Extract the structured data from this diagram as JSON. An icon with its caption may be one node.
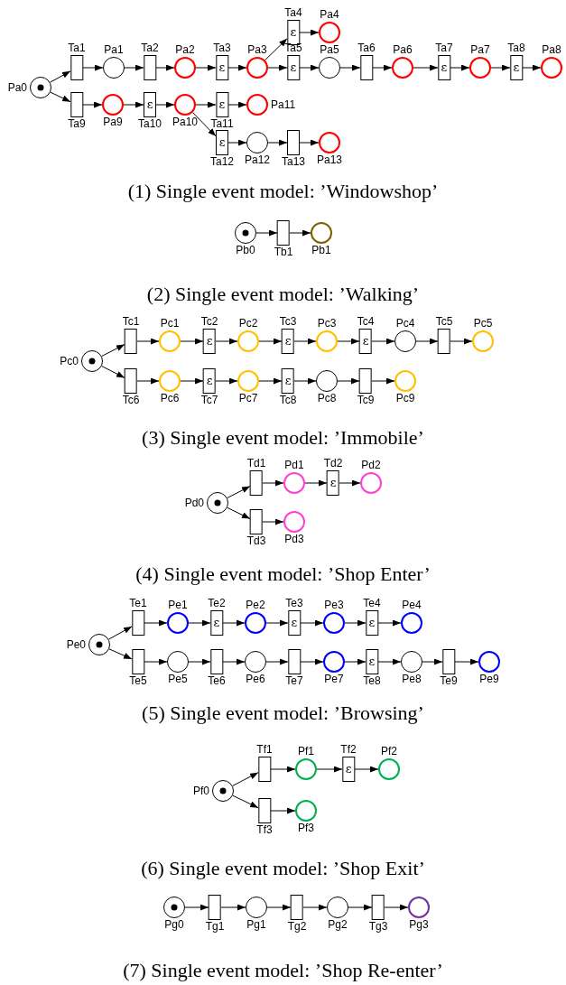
{
  "diagram": {
    "nodes": [
      {
        "text": [
          "Pa0"
        ]
      },
      {
        "text": [
          "Ta1"
        ]
      },
      {
        "text": [
          "Pa1"
        ]
      },
      {
        "text": [
          "Ta2"
        ]
      },
      {
        "text": [
          "Pa2"
        ]
      },
      {
        "text": [
          "Ta3",
          "ε"
        ]
      },
      {
        "text": [
          "Pa3"
        ]
      },
      {
        "text": [
          "Ta4",
          "ε"
        ]
      },
      {
        "text": [
          "Pa4"
        ]
      },
      {
        "text": [
          "Ta5",
          "ε"
        ]
      },
      {
        "text": [
          "Pa5"
        ]
      },
      {
        "text": [
          "Ta6"
        ]
      },
      {
        "text": [
          "Pa6"
        ]
      },
      {
        "text": [
          "Ta7",
          "ε"
        ]
      },
      {
        "text": [
          "Pa7"
        ]
      },
      {
        "text": [
          "Ta8",
          "ε"
        ]
      },
      {
        "text": [
          "Pa8"
        ]
      },
      {
        "text": [
          "Ta9"
        ]
      },
      {
        "text": [
          "Pa9"
        ]
      },
      {
        "text": [
          "ε",
          "Ta10"
        ]
      },
      {
        "text": [
          "Pa10"
        ]
      },
      {
        "text": [
          "ε",
          "Ta11"
        ]
      },
      {
        "text": [
          "Pa11"
        ]
      },
      {
        "text": [
          "ε",
          "Ta12"
        ]
      },
      {
        "text": [
          "Pa12"
        ]
      },
      {
        "text": [
          "Ta13"
        ]
      },
      {
        "text": [
          "Pa13"
        ]
      },
      {
        "text": [
          "Pb0"
        ]
      },
      {
        "text": [
          "Tb1"
        ]
      },
      {
        "text": [
          "Pb1"
        ]
      },
      {
        "text": [
          "Pc0"
        ]
      },
      {
        "text": [
          "Tc1"
        ]
      },
      {
        "text": [
          "Pc1"
        ]
      },
      {
        "text": [
          "Tc2",
          "ε"
        ]
      },
      {
        "text": [
          "Pc2"
        ]
      },
      {
        "text": [
          "Tc3",
          "ε"
        ]
      },
      {
        "text": [
          "Pc3"
        ]
      },
      {
        "text": [
          "Tc4",
          "ε"
        ]
      },
      {
        "text": [
          "Pc4"
        ]
      },
      {
        "text": [
          "Tc5"
        ]
      },
      {
        "text": [
          "Pc5"
        ]
      },
      {
        "text": [
          "Tc6"
        ]
      },
      {
        "text": [
          "Pc6"
        ]
      },
      {
        "text": [
          "ε",
          "Tc7"
        ]
      },
      {
        "text": [
          "Pc7"
        ]
      },
      {
        "text": [
          "ε",
          "Tc8"
        ]
      },
      {
        "text": [
          "Pc8"
        ]
      },
      {
        "text": [
          "Tc9"
        ]
      },
      {
        "text": [
          "Pc9"
        ]
      },
      {
        "text": [
          "Pd0"
        ]
      },
      {
        "text": [
          "Td1"
        ]
      },
      {
        "text": [
          "Pd1"
        ]
      },
      {
        "text": [
          "Td2",
          "ε"
        ]
      },
      {
        "text": [
          "Pd2"
        ]
      },
      {
        "text": [
          "Td3"
        ]
      },
      {
        "text": [
          "Pd3"
        ]
      },
      {
        "text": [
          "Pe0"
        ]
      },
      {
        "text": [
          "Te1"
        ]
      },
      {
        "text": [
          "Pe1"
        ]
      },
      {
        "text": [
          "Te2",
          "ε"
        ]
      },
      {
        "text": [
          "Pe2"
        ]
      },
      {
        "text": [
          "Te3",
          "ε"
        ]
      },
      {
        "text": [
          "Pe3"
        ]
      },
      {
        "text": [
          "Te4",
          "ε"
        ]
      },
      {
        "text": [
          "Pe4"
        ]
      },
      {
        "text": [
          "Te5"
        ]
      },
      {
        "text": [
          "Pe5"
        ]
      },
      {
        "text": [
          "Te6"
        ]
      },
      {
        "text": [
          "Pe6"
        ]
      },
      {
        "text": [
          "Te7"
        ]
      },
      {
        "text": [
          "Pe7"
        ]
      },
      {
        "text": [
          "ε",
          "Te8"
        ]
      },
      {
        "text": [
          "Pe8"
        ]
      },
      {
        "text": [
          "Te9"
        ]
      },
      {
        "text": [
          "Pe9"
        ]
      },
      {
        "text": [
          "Pf0"
        ]
      },
      {
        "text": [
          "Tf1"
        ]
      },
      {
        "text": [
          "Pf1"
        ]
      },
      {
        "text": [
          "Tf2",
          "ε"
        ]
      },
      {
        "text": [
          "Pf2"
        ]
      },
      {
        "text": [
          "Tf3"
        ]
      },
      {
        "text": [
          "Pf3"
        ]
      },
      {
        "text": [
          "Pg0"
        ]
      },
      {
        "text": [
          "Tg1"
        ]
      },
      {
        "text": [
          "Pg1"
        ]
      },
      {
        "text": [
          "Tg2"
        ]
      },
      {
        "text": [
          "Pg2"
        ]
      },
      {
        "text": [
          "Tg3"
        ]
      },
      {
        "text": [
          "Pg3"
        ]
      }
    ],
    "edges": [
      {
        "from": 0,
        "to": 1,
        "arrow": "to"
      },
      {
        "from": 1,
        "to": 2,
        "arrow": "to"
      },
      {
        "from": 2,
        "to": 3,
        "arrow": "to"
      },
      {
        "from": 3,
        "to": 4,
        "arrow": "to"
      },
      {
        "from": 4,
        "to": 5,
        "arrow": "to"
      },
      {
        "from": 5,
        "to": 6,
        "arrow": "to"
      },
      {
        "from": 6,
        "to": 7,
        "arrow": "to"
      },
      {
        "from": 7,
        "to": 8,
        "arrow": "to"
      },
      {
        "from": 6,
        "to": 9,
        "arrow": "to"
      },
      {
        "from": 9,
        "to": 10,
        "arrow": "to"
      },
      {
        "from": 10,
        "to": 11,
        "arrow": "to"
      },
      {
        "from": 11,
        "to": 12,
        "arrow": "to"
      },
      {
        "from": 12,
        "to": 13,
        "arrow": "to"
      },
      {
        "from": 13,
        "to": 14,
        "arrow": "to"
      },
      {
        "from": 14,
        "to": 15,
        "arrow": "to"
      },
      {
        "from": 15,
        "to": 16,
        "arrow": "to"
      },
      {
        "from": 0,
        "to": 17,
        "arrow": "to"
      },
      {
        "from": 17,
        "to": 18,
        "arrow": "to"
      },
      {
        "from": 18,
        "to": 19,
        "arrow": "to"
      },
      {
        "from": 19,
        "to": 20,
        "arrow": "to"
      },
      {
        "from": 20,
        "to": 21,
        "arrow": "to"
      },
      {
        "from": 21,
        "to": 22,
        "arrow": "to"
      },
      {
        "from": 20,
        "to": 23,
        "arrow": "to"
      },
      {
        "from": 23,
        "to": 24,
        "arrow": "to"
      },
      {
        "from": 24,
        "to": 25,
        "arrow": "to"
      },
      {
        "from": 25,
        "to": 26,
        "arrow": "to"
      },
      {
        "from": 27,
        "to": 28,
        "arrow": "to"
      },
      {
        "from": 28,
        "to": 29,
        "arrow": "to"
      },
      {
        "from": 30,
        "to": 31,
        "arrow": "to"
      },
      {
        "from": 31,
        "to": 32,
        "arrow": "to"
      },
      {
        "from": 32,
        "to": 33,
        "arrow": "to"
      },
      {
        "from": 33,
        "to": 34,
        "arrow": "to"
      },
      {
        "from": 34,
        "to": 35,
        "arrow": "to"
      },
      {
        "from": 35,
        "to": 36,
        "arrow": "to"
      },
      {
        "from": 36,
        "to": 37,
        "arrow": "to"
      },
      {
        "from": 37,
        "to": 38,
        "arrow": "to"
      },
      {
        "from": 38,
        "to": 39,
        "arrow": "to"
      },
      {
        "from": 39,
        "to": 40,
        "arrow": "to"
      },
      {
        "from": 30,
        "to": 41,
        "arrow": "to"
      },
      {
        "from": 41,
        "to": 42,
        "arrow": "to"
      },
      {
        "from": 42,
        "to": 43,
        "arrow": "to"
      },
      {
        "from": 43,
        "to": 44,
        "arrow": "to"
      },
      {
        "from": 44,
        "to": 45,
        "arrow": "to"
      },
      {
        "from": 45,
        "to": 46,
        "arrow": "to"
      },
      {
        "from": 46,
        "to": 47,
        "arrow": "to"
      },
      {
        "from": 47,
        "to": 48,
        "arrow": "to"
      },
      {
        "from": 49,
        "to": 50,
        "arrow": "to"
      },
      {
        "from": 50,
        "to": 51,
        "arrow": "to"
      },
      {
        "from": 51,
        "to": 52,
        "arrow": "to"
      },
      {
        "from": 52,
        "to": 53,
        "arrow": "to"
      },
      {
        "from": 49,
        "to": 54,
        "arrow": "to"
      },
      {
        "from": 54,
        "to": 55,
        "arrow": "to"
      },
      {
        "from": 56,
        "to": 57,
        "arrow": "to"
      },
      {
        "from": 57,
        "to": 58,
        "arrow": "to"
      },
      {
        "from": 58,
        "to": 59,
        "arrow": "to"
      },
      {
        "from": 59,
        "to": 60,
        "arrow": "to"
      },
      {
        "from": 60,
        "to": 61,
        "arrow": "to"
      },
      {
        "from": 61,
        "to": 62,
        "arrow": "to"
      },
      {
        "from": 62,
        "to": 63,
        "arrow": "to"
      },
      {
        "from": 63,
        "to": 64,
        "arrow": "to"
      },
      {
        "from": 56,
        "to": 65,
        "arrow": "to"
      },
      {
        "from": 65,
        "to": 66,
        "arrow": "to"
      },
      {
        "from": 66,
        "to": 67,
        "arrow": "to"
      },
      {
        "from": 67,
        "to": 68,
        "arrow": "to"
      },
      {
        "from": 68,
        "to": 69,
        "arrow": "to"
      },
      {
        "from": 69,
        "to": 70,
        "arrow": "to"
      },
      {
        "from": 70,
        "to": 71,
        "arrow": "to"
      },
      {
        "from": 71,
        "to": 72,
        "arrow": "to"
      },
      {
        "from": 72,
        "to": 73,
        "arrow": "to"
      },
      {
        "from": 73,
        "to": 74,
        "arrow": "to"
      },
      {
        "from": 75,
        "to": 76,
        "arrow": "to"
      },
      {
        "from": 76,
        "to": 77,
        "arrow": "to"
      },
      {
        "from": 77,
        "to": 78,
        "arrow": "to"
      },
      {
        "from": 78,
        "to": 79,
        "arrow": "to"
      },
      {
        "from": 75,
        "to": 80,
        "arrow": "to"
      },
      {
        "from": 80,
        "to": 81,
        "arrow": "to"
      },
      {
        "from": 82,
        "to": 83,
        "arrow": "to"
      },
      {
        "from": 83,
        "to": 84,
        "arrow": "to"
      },
      {
        "from": 84,
        "to": 85,
        "arrow": "to"
      },
      {
        "from": 85,
        "to": 86,
        "arrow": "to"
      },
      {
        "from": 86,
        "to": 87,
        "arrow": "to"
      },
      {
        "from": 87,
        "to": 88,
        "arrow": "to"
      }
    ],
    "labels": [
      "(1) Single event model: ’Windowshop’",
      "(2) Single event model: ’Walking’",
      "(3) Single event model: ’Immobile’",
      "(4) Single event model: ’Shop Enter’",
      "(5) Single event model: ’Browsing’",
      "(6) Single event model: ’Shop Exit’",
      "(7) Single event model: ’Shop Re-enter’"
    ]
  }
}
